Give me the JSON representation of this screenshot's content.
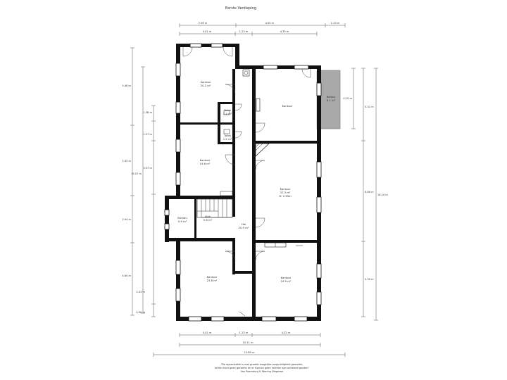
{
  "title": "Eerste Verdieping",
  "rooms": [
    {
      "id": "kantoor-top-left",
      "name": "Kantoor",
      "area": "20.2 m²"
    },
    {
      "id": "toilet-1",
      "name": "Toilet",
      "area": "1.4 m²"
    },
    {
      "id": "toilet-2",
      "name": "Toilet",
      "area": "1.2 m²"
    },
    {
      "id": "kantoor-mid-left",
      "name": "Kantoor",
      "area": "19.6 m²"
    },
    {
      "id": "bureau",
      "name": "Bureau",
      "area": "5.9 m²"
    },
    {
      "id": "vide",
      "name": "Vide",
      "area": "5.6 m²"
    },
    {
      "id": "hal",
      "name": "Hal",
      "area": "20.9 m²"
    },
    {
      "id": "kantoor-top-right",
      "name": "Kantoor",
      "area": ""
    },
    {
      "id": "balkon",
      "name": "Balkon",
      "area": "6.1 m²"
    },
    {
      "id": "kantoor-mid-right",
      "name": "Kantoor",
      "area": "37.3 m²",
      "extra": "H: 2.99m"
    },
    {
      "id": "kantoor-bottom-left",
      "name": "Kantoor",
      "area": "23.6 m²"
    },
    {
      "id": "kantoor-bottom-right",
      "name": "Kantoor",
      "area": "24.5 m²"
    }
  ],
  "dimensions": {
    "top_outer": [
      "2.96 m",
      "4.94 m",
      "1.23 m"
    ],
    "top_inner": [
      "4.01 m",
      "1.23 m",
      "4.35 m"
    ],
    "left_outer": [
      "5.48 m",
      "2.45 m",
      "2.94 m",
      "4.64 m"
    ],
    "left_mid": "15.07 m",
    "left_inner": [
      "1.38 m",
      "1.27 m",
      "3.57 m",
      "2.43 m",
      "0.96 m"
    ],
    "right_inner": [
      "4.15 m",
      "5.31 m"
    ],
    "right_mid": [
      "6.86 m",
      "5.30 m"
    ],
    "right_outer": "16.10 m",
    "bottom_inner": [
      "4.01 m",
      "1.23 m",
      "4.32 m"
    ],
    "bottom_mid": "10.11 m",
    "bottom_outer": "10.89 m"
  },
  "disclaimer": [
    "\"De oppervlakte is met grootst mogelijke zorgvuldigheid gemeten,",
    "echter kunt geen garantie en er kunnen geen rechten aan ontleend worden\"",
    "Van Rosmburg & Woning Diagnose"
  ]
}
